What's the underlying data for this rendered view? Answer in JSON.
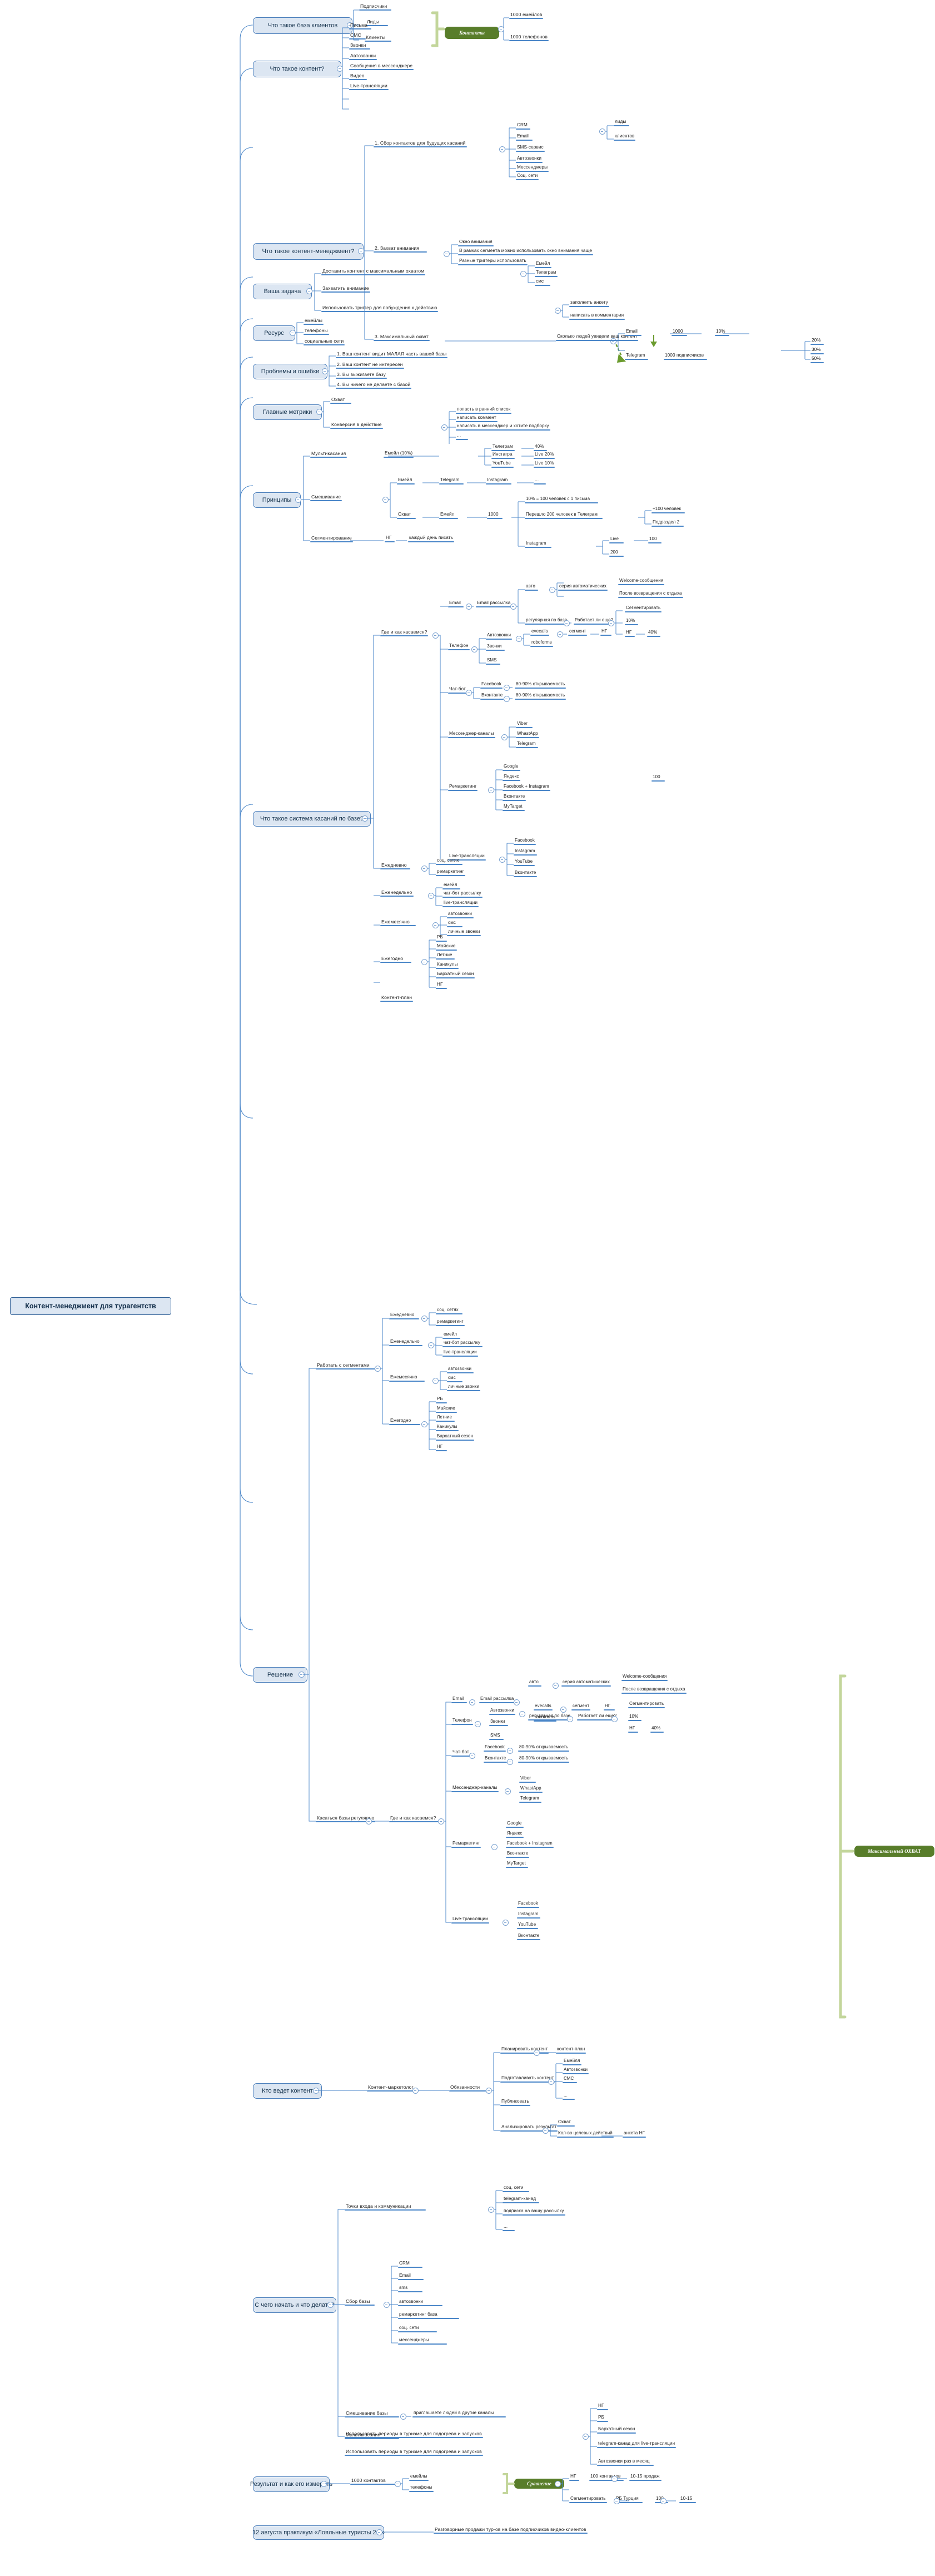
{
  "meta": {
    "title": "Контент-менеджмент для турагентств",
    "type": "mindmap",
    "colors": {
      "branch": "#4a86c8",
      "topic_fill": "#dce6f2",
      "topic_border": "#4a7ebb",
      "chip_fill": "#587d2a",
      "bracket": "#c3d69b",
      "arrow": "#6b9b2e"
    }
  },
  "root": {
    "label": "Контент-менеджмент для турагентств"
  },
  "chips": [
    {
      "id": "chip_contacts",
      "label": "Контакты"
    },
    {
      "id": "chip_maxreach",
      "label": "Максимальный ОХВАТ"
    },
    {
      "id": "chip_сравнение",
      "label": "Сравнение"
    }
  ],
  "topics": [
    {
      "id": "t1",
      "label": "Что такое база клиентов"
    },
    {
      "id": "t2",
      "label": "Что такое контент?"
    },
    {
      "id": "t3",
      "label": "Что такое контент-менеджмент?"
    },
    {
      "id": "t4",
      "label": "Ваша задача"
    },
    {
      "id": "t5",
      "label": "Ресурс"
    },
    {
      "id": "t6",
      "label": "Проблемы и ошибки"
    },
    {
      "id": "t7",
      "label": "Главные метрики"
    },
    {
      "id": "t8",
      "label": "Принципы"
    },
    {
      "id": "t9",
      "label": "Что такое система касаний по базе?"
    },
    {
      "id": "t10",
      "label": "Решение"
    },
    {
      "id": "t11",
      "label": "Кто ведет контент"
    },
    {
      "id": "t12",
      "label": "С чего начать и что делать?"
    },
    {
      "id": "t13",
      "label": "Результат и как его измерить"
    },
    {
      "id": "t14",
      "label": "12 августа практикум «Лояльные туристы 2.0»"
    }
  ],
  "nodes": {
    "base_podpischiki": "Подписчики",
    "base_lidy": "Лиды",
    "base_klienty": "Клиенты",
    "base_1000_email": "1000 емейлов",
    "base_1000_tel": "1000 телефонов",
    "cont_pisma": "Письма",
    "cont_sms": "СМС",
    "cont_zvonki": "Звонки",
    "cont_avtozvonki": "Автозвонки",
    "cont_messenger": "Сообщения в мессенджере",
    "cont_video": "Видео",
    "cont_live": "Live-трансляции",
    "cm_1": "1. Сбор контактов для будущих касаний",
    "cm_crm": "CRM",
    "cm_crm_lidy": "лиды",
    "cm_crm_klienty": "клиентов",
    "cm_email": "Email",
    "cm_smsservice": "SMS-сервис",
    "cm_avtozvonki": "Автозвонки",
    "cm_messengery": "Мессенджеры",
    "cm_socseti": "Соц. сети",
    "cm_2": "2. Захват внимания",
    "cm_okno": "Окно внимания",
    "cm_vramkah": "В рамках сегмента можно использовать окно внимания чаще",
    "cm_triggery": "Разные триггеры использовать",
    "cm_3": "3. Максимальный охват",
    "cm_skolko": "Сколько людей увидели ваш контент",
    "cm_email2": "Email",
    "cm_1000": "1000",
    "cm_10proc": "10%",
    "cm_telegram": "Telegram",
    "cm_1000podp": "1000 подписчиков",
    "cm_20": "20%",
    "cm_30": "30%",
    "cm_50": "50%",
    "vz_dostavit": "Доставить контент с максимальным охватом",
    "vz_emeyl": "Емейл",
    "vz_telegram": "Телеграм",
    "vz_sms": "смс",
    "vz_zahvatit": "Захватить внимание",
    "vz_trigger": "Использовать триггер для побуждения к действию",
    "vz_anketa": "заполнить анкету",
    "vz_komment": "написать в комментарии",
    "res_emeyly": "емейлы",
    "res_telefony": "телефоны",
    "res_socseti": "социальные сети",
    "pr_1": "1. Ваш контент видит МАЛАЯ часть вашей базы",
    "pr_2": "2. Ваш контент не интересен",
    "pr_3": "3. Вы выжигаете базу",
    "pr_4": "4. Вы ничего не делаете с базой",
    "gm_ohvat": "Охват",
    "gm_konversia": "Конверсия в действие",
    "gm_rannii": "попасть в ранний список",
    "gm_komment": "написать коммент",
    "gm_podborku": "написать  в мессенджер и хотите подборку",
    "gm_dots": "...",
    "pc_multi": "Мультикасания",
    "pc_emeyl10": "Емейл (10%)",
    "pc_telegram": "Телеграм",
    "pc_40": "40%",
    "pc_instagra": "Инстагра",
    "pc_live20": "Live 20%",
    "pc_youtube": "YouTube",
    "pc_live10": "Live 10%",
    "pc_smeshivanie": "Смешивание",
    "pc_emeyl": "Емейл",
    "pc_tg": "Telegram",
    "pc_ig": "Instagram",
    "pc_dots": "...",
    "pc_ohvat": "Охват",
    "pc_emeyl2": "Емейл",
    "pc_1000": "1000",
    "pc_10pct": "10% = 100 человек с 1 письма",
    "pc_pereshlo": "Перешло 200 человек в Телеграм",
    "pc_plus100": "+100 человек",
    "pc_podrazdel2": "Подраздел 2",
    "pc_instagram2": "Instagram",
    "pc_live": "Live",
    "pc_100": "100",
    "pc_200": "200",
    "pc_100b": "100",
    "pc_segment": "Сегментирование",
    "pc_ng": "НГ",
    "pc_kazhdyy": "каждый день писать",
    "sk_gde": "Где и как касаемся?",
    "sk_email": "Email",
    "sk_rassylka": "Email рассылка",
    "sk_avto": "авто",
    "sk_seria": "серия автоматических",
    "sk_welcome": "Welcome-сообщения",
    "sk_posle": "После возвращения с отдыха",
    "sk_regular": "регулярная по базе",
    "sk_rabotaet": "Работает ли еще?",
    "sk_segmentirovat": "Сегментировать",
    "sk_10": "10%",
    "sk_ng": "НГ",
    "sk_40": "40%",
    "sk_telefon": "Телефон",
    "sk_avtozvonki": "Автозвонки",
    "sk_evecalls": "evecalls",
    "sk_segment": "сегмент",
    "sk_ng2": "НГ",
    "sk_roboforms": "roboforms",
    "sk_zvonki": "Звонки",
    "sk_sms": "SMS",
    "sk_chatbot": "Чат-бот",
    "sk_fb": "Facebook",
    "sk_fb_otk": "80-90% открываемость",
    "sk_vk": "Вконтакте",
    "sk_vk_otk": "80-90% открываемость",
    "sk_mess": "Мессенджер-каналы",
    "sk_viber": "Viber",
    "sk_whatsapp": "WhastApp",
    "sk_telegram": "Telegram",
    "sk_remarketing": "Ремаркетинг",
    "sk_google": "Google",
    "sk_yandex": "Яндекс",
    "sk_fbig": "Facebook + Instagram",
    "sk_vk2": "Вконтакте",
    "sk_mytarget": "MyTarget",
    "sk_live": "Live-трансляции",
    "sk_live_fb": "Facebook",
    "sk_live_ig": "Instagram",
    "sk_live_yt": "YouTube",
    "sk_live_vk": "Вконтакте",
    "sk_ezhednevno": "Ежедневно",
    "sk_ed_soc": "соц. сетях",
    "sk_ed_rem": "ремаркетинг",
    "sk_ezhenedelno": "Еженедельно",
    "sk_en_emeyl": "емейл",
    "sk_en_chatbot": "чат-бот рассылку",
    "sk_en_live": "live-трансляции",
    "sk_ezhemesyachno": "Ежемесячно",
    "sk_em_avto": "автозвонки",
    "sk_em_sms": "смс",
    "sk_em_zvonki": "личные звонки",
    "sk_ezhegodno": "Ежегодно",
    "sk_eg_rb": "РБ",
    "sk_eg_mayskie": "Майские",
    "sk_eg_letnie": "Летние",
    "sk_eg_kanikuly": "Каникулы",
    "sk_eg_barhat": "Бархатный сезон",
    "sk_eg_ng": "НГ",
    "sk_kontentplan": "Контент-план",
    "rs_rabotat": "Работать с сегментами",
    "rs_ezhednevno": "Ежедневно",
    "rs_ed_soc": "соц. сетях",
    "rs_ed_rem": "ремаркетинг",
    "rs_ezhenedelno": "Еженедельно",
    "rs_en_emeyl": "емейл",
    "rs_en_chatbot": "чат-бот рассылку",
    "rs_en_live": "live-трансляции",
    "rs_ezhemesyachno": "Ежемесячно",
    "rs_em_avto": "автозвонки",
    "rs_em_sms": "смс",
    "rs_em_zvonki": "личные звонки",
    "rs_ezhegodno": "Ежегодно",
    "rs_eg_rb": "РБ",
    "rs_eg_mayskie": "Майские",
    "rs_eg_letnie": "Летние",
    "rs_eg_kanikuly": "Каникулы",
    "rs_eg_barhat": "Бархатный сезон",
    "rs_eg_ng": "НГ",
    "rs_kasatsya": "Касаться базы регулярно",
    "rs_gde": "Где и как касаемся?",
    "rs_email": "Email",
    "rs_rassylka": "Email рассылка",
    "rs_avto": "авто",
    "rs_seria": "серия автоматических",
    "rs_welcome": "Welcome-сообщения",
    "rs_posle": "После возвращения с отдыха",
    "rs_regular": "регулярная по базе",
    "rs_rabotaet": "Работает ли еще?",
    "rs_segmentirovat": "Сегментировать",
    "rs_10": "10%",
    "rs_ng": "НГ",
    "rs_40": "40%",
    "rs_telefon": "Телефон",
    "rs_avtozvonki": "Автозвонки",
    "rs_evecalls": "evecalls",
    "rs_segment": "сегмент",
    "rs_ng2": "НГ",
    "rs_roboforms": "roboforms",
    "rs_zvonki": "Звонки",
    "rs_sms": "SMS",
    "rs_chatbot": "Чат-бот",
    "rs_fb": "Facebook",
    "rs_fb_otk": "80-90% открываемость",
    "rs_vk": "Вконтакте",
    "rs_vk_otk": "80-90% открываемость",
    "rs_mess": "Мессенджер-каналы",
    "rs_viber": "Viber",
    "rs_whatsapp": "WhastApp",
    "rs_telegram": "Telegram",
    "rs_remarketing": "Ремаркетинг",
    "rs_google": "Google",
    "rs_yandex": "Яндекс",
    "rs_fbig": "Facebook + Instagram",
    "rs_vk2": "Вконтакте",
    "rs_mytarget": "MyTarget",
    "rs_live": "Live-трансляции",
    "rs_live_fb": "Facebook",
    "rs_live_ig": "Instagram",
    "rs_live_yt": "YouTube",
    "rs_live_vk": "Вконтакте",
    "kv_marketolog": "Контент-маркетолог",
    "kv_obyaz": "Обязанности",
    "kv_planirovat": "Планировать контент",
    "kv_kontentplan": "контент-план",
    "kv_podgotavlivat": "Подготавливать контент",
    "kv_emeyll": "Емейлл",
    "kv_avtozvonki": "Автозвонки",
    "kv_sms": "СМС",
    "kv_dots": "...",
    "kv_publikovat": "Публиковать",
    "kv_analizirovat": "Анализировать результат",
    "kv_ohvat": "Охват",
    "kv_kolvo": "Кол-во целевых действий",
    "kv_anketa": "анкета НГ",
    "sn_tochki": "Точки входа и коммуникации",
    "sn_socseti": "соц. сети",
    "sn_tgkanal": "telegram-канад",
    "sn_podpiska": "подписка на вашу рассылку",
    "sn_dots": "...",
    "sn_sborbazy": "Сбор базы",
    "sn_crm": "CRM",
    "sn_email": "Email",
    "sn_sms": "sms",
    "sn_avtozvonki": "автозвонки",
    "sn_remarket": "ремаркетинг база",
    "sn_socseti2": "соц. сети",
    "sn_messengery": "мессенджеры",
    "sn_smeshivanie": "Смешивание базы",
    "sn_priglashaete": "приглашаете людей в другие каналы",
    "sn_multikasania": "Мультикасания",
    "sn_periody": "Использовать периоды в туризме для подогрева и запусков",
    "sn_ng": "НГ",
    "sn_rb": "РБ",
    "sn_barhat": "Бархатный сезон",
    "sn_tgkanal2": "telegram-канад для live-трансляции",
    "sn_avtozvonki2": "Автозвонки раз в месяц",
    "rz_1000kontaktov": "1000 контактов",
    "rz_emeyly": "емейлы",
    "rz_telefony": "телефоны",
    "rz_ng": "НГ",
    "rz_100kontaktov": "100 контактов",
    "rz_1015prod": "10-15 продаж",
    "rz_segmentirovat": "Сегментировать",
    "rz_pbtudet": "РБ Турция",
    "rz_100": "100",
    "rz_1015": "10-15",
    "pk_razgovor": "Разговорные продажи тур-ов на базе подписчиков видео-клиентов"
  }
}
